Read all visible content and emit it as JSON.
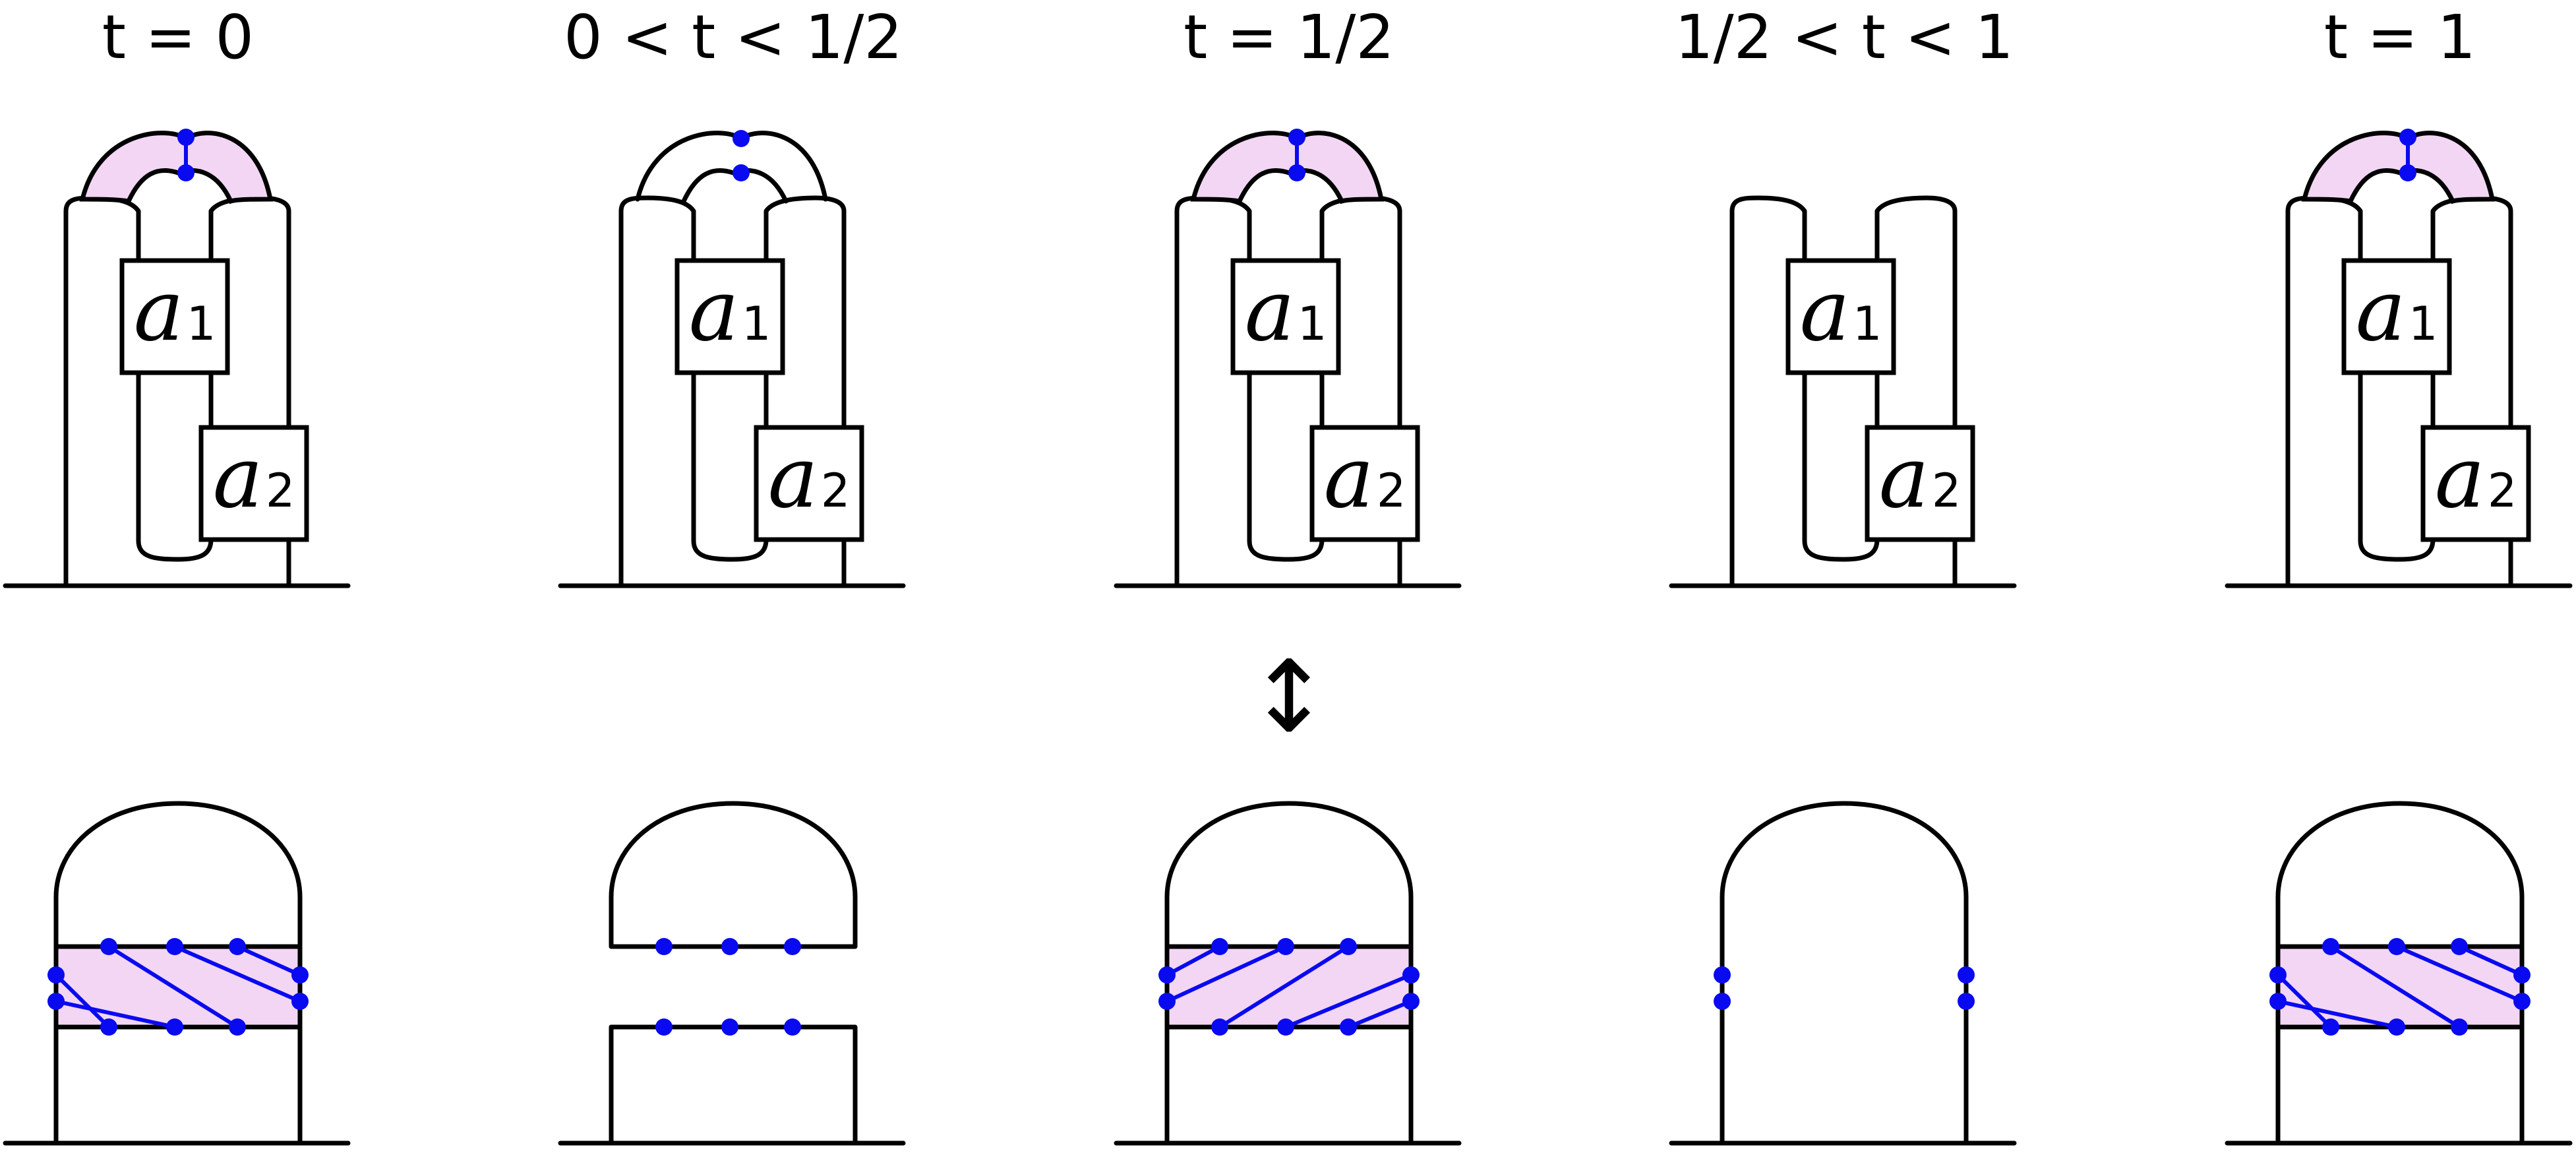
{
  "frames": [
    {
      "title": "t = 0",
      "top_state": "handle",
      "bottom_state": "crossings_a"
    },
    {
      "title": "0 < t < 1/2",
      "top_state": "split",
      "bottom_state": "cut"
    },
    {
      "title": "t = 1/2",
      "top_state": "handle",
      "bottom_state": "crossings_b"
    },
    {
      "title": "1/2 < t < 1",
      "top_state": "none",
      "bottom_state": "open"
    },
    {
      "title": "t = 1",
      "top_state": "handle",
      "bottom_state": "crossings_a"
    }
  ],
  "box_labels": {
    "a1": {
      "base": "a",
      "sub": "1"
    },
    "a2": {
      "base": "a",
      "sub": "2"
    }
  },
  "arrow_symbol": "↕",
  "colors": {
    "line": "#000000",
    "band_fill": "#f2d6f4",
    "point": "#0a0af0"
  }
}
